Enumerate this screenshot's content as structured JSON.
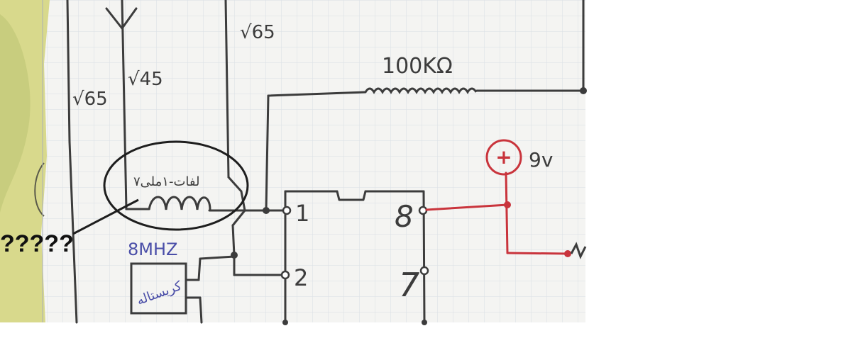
{
  "colors": {
    "paper": "#f4f4f2",
    "grid": "#d9dee4",
    "ink": "#3c3c3c",
    "red": "#c9343c",
    "blue": "#4a4ea8",
    "leaf_left": "#d8d98c",
    "white": "#ffffff"
  },
  "diagram": {
    "wire_labels": {
      "left_outer": "√65",
      "left_inner": "√45",
      "top_right": "√65"
    },
    "resistor": {
      "value": "100KΩ"
    },
    "supply": {
      "symbol": "+",
      "voltage": "9v"
    },
    "coil": {
      "label": "۷لفات-۱ملی"
    },
    "crystal": {
      "frequency": "8MHZ",
      "label": "کریستاله"
    },
    "ic_pins": {
      "pin1": "1",
      "pin2": "2",
      "pin8": "8",
      "pin7": "7"
    },
    "annotation": {
      "text": "?????"
    }
  }
}
